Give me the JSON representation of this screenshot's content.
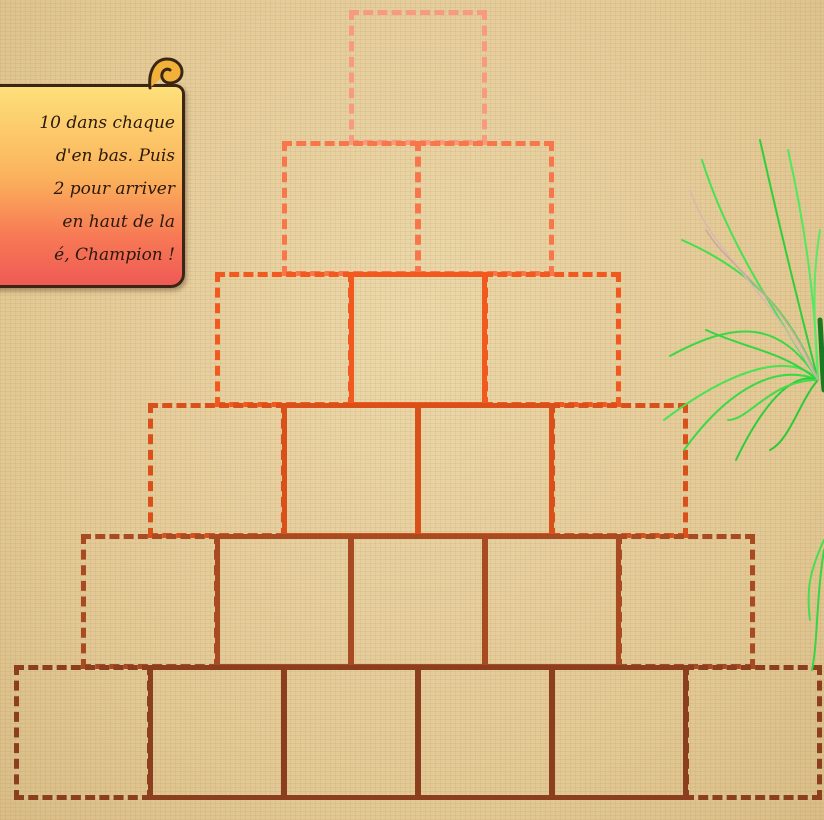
{
  "instructions": {
    "lines": [
      "10 dans chaque",
      "d'en bas. Puis",
      "2 pour arriver",
      "en haut de la",
      "é, Champion !"
    ]
  },
  "pyramid": {
    "levels": [
      {
        "cells": [
          {
            "style": "dashed"
          }
        ],
        "color": "#f79a7e"
      },
      {
        "cells": [
          {
            "style": "dashed"
          },
          {
            "style": "dashed"
          }
        ],
        "color": "#f7764c"
      },
      {
        "cells": [
          {
            "style": "dashed"
          },
          {
            "style": "solid"
          },
          {
            "style": "dashed"
          }
        ],
        "color": "#f2591e"
      },
      {
        "cells": [
          {
            "style": "dashed"
          },
          {
            "style": "solid"
          },
          {
            "style": "solid"
          },
          {
            "style": "dashed"
          }
        ],
        "color": "#d9501a"
      },
      {
        "cells": [
          {
            "style": "dashed"
          },
          {
            "style": "solid"
          },
          {
            "style": "solid"
          },
          {
            "style": "solid"
          },
          {
            "style": "dashed"
          }
        ],
        "color": "#a84a22"
      },
      {
        "cells": [
          {
            "style": "dashed"
          },
          {
            "style": "solid"
          },
          {
            "style": "solid"
          },
          {
            "style": "solid"
          },
          {
            "style": "solid"
          },
          {
            "style": "dashed"
          }
        ],
        "color": "#8b3f1e"
      }
    ]
  },
  "colors": {
    "background": "#e6cf9c",
    "scroll_top": "#fde07a",
    "scroll_bottom": "#ef5a55",
    "plant_green": "#33dd3a"
  }
}
